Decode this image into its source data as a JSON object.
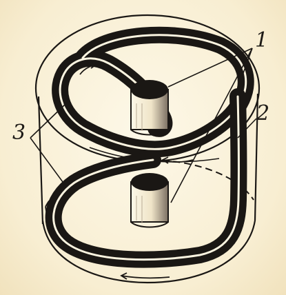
{
  "labels": {
    "one": "1",
    "two": "2",
    "three": "3"
  },
  "colors": {
    "ink": "#1a1714",
    "paper": "#fbf4e0",
    "shade": "#3c342c"
  }
}
